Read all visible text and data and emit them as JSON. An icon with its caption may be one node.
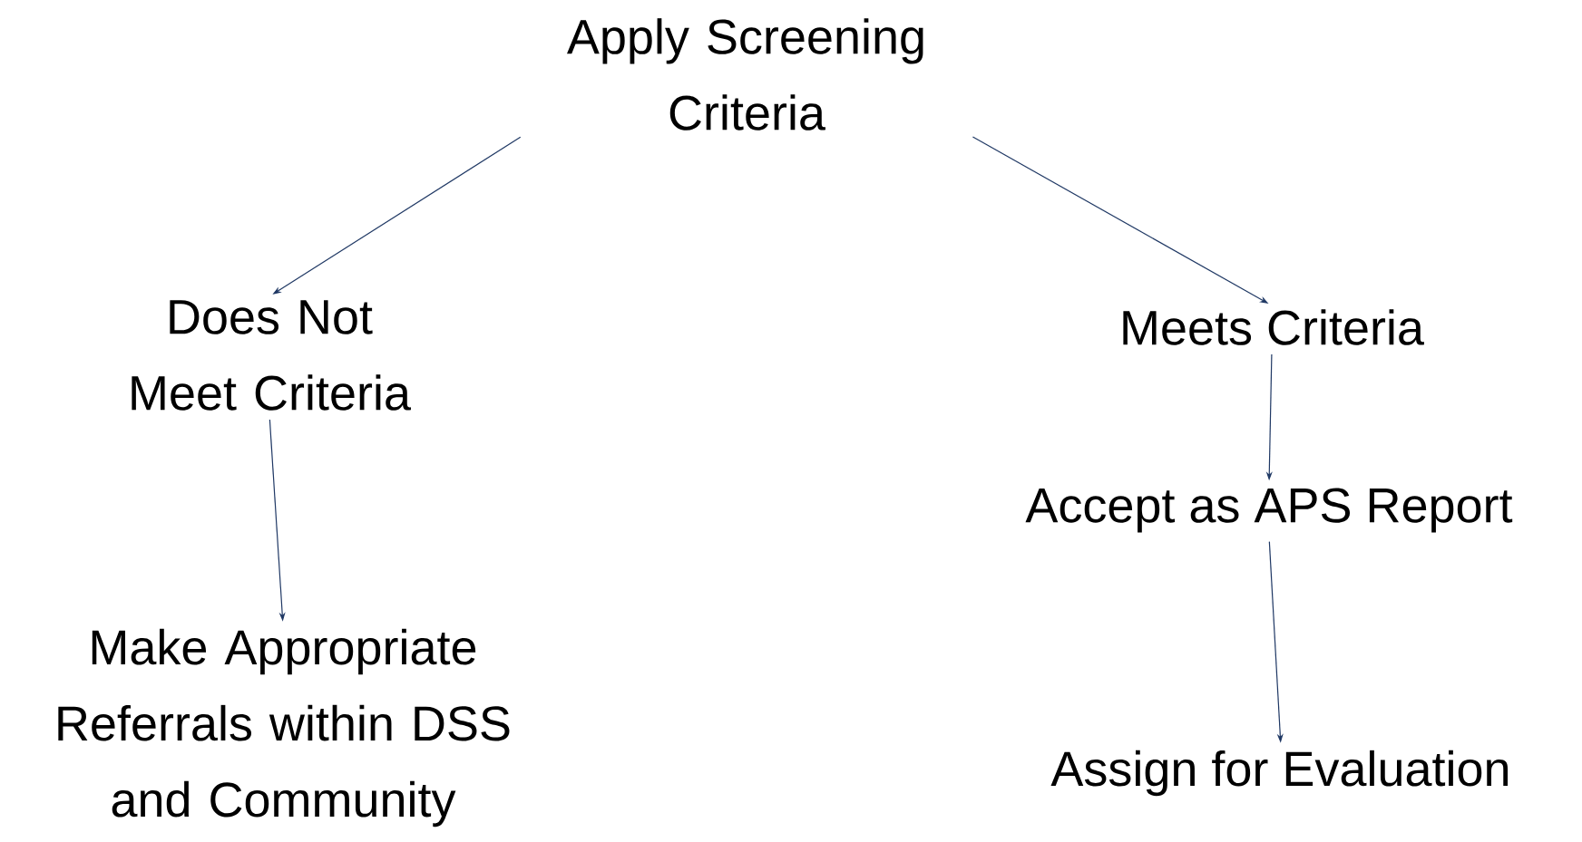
{
  "diagram": {
    "nodes": [
      {
        "text": [
          "Apply Screening Criteria"
        ]
      },
      {
        "text": [
          "Does Not Meet Criteria"
        ]
      },
      {
        "text": [
          "Make Appropriate Referrals within DSS and Community"
        ]
      },
      {
        "text": [
          "Meets Criteria"
        ]
      },
      {
        "text": [
          "Accept as APS Report"
        ]
      },
      {
        "text": [
          "Assign for Evaluation"
        ]
      }
    ],
    "edges": [
      {
        "from": 0,
        "to": 1,
        "arrow": "to",
        "color": "#1f3864"
      },
      {
        "from": 1,
        "to": 2,
        "arrow": "to",
        "color": "#1f3864"
      },
      {
        "from": 0,
        "to": 3,
        "arrow": "to",
        "color": "#1f3864"
      },
      {
        "from": 3,
        "to": 4,
        "arrow": "to",
        "color": "#1f3864"
      },
      {
        "from": 4,
        "to": 5,
        "arrow": "to",
        "color": "#1f3864"
      }
    ]
  }
}
